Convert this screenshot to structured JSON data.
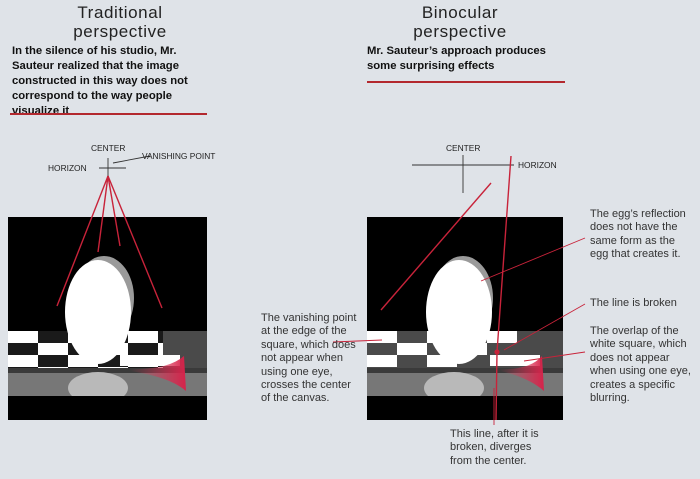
{
  "left": {
    "title_line1": "Traditional",
    "title_line2": "perspective",
    "intro": "In the silence of his studio, Mr. Sauteur realized that the image constructed in this way does not correspond to the way people visualize it",
    "center_label": "CENTER",
    "horizon_label": "HORIZON",
    "vanishing_label": "VANISHING POINT"
  },
  "right": {
    "title_line1": "Binocular",
    "title_line2": "perspective",
    "intro": "Mr. Sauteur’s approach produces some surprising effects",
    "center_label": "CENTER",
    "horizon_label": "HORIZON",
    "note_reflection": "The egg’s reflection does not have the same form as the egg that creates it.",
    "note_broken": "The line is broken",
    "note_overlap": "The overlap of the white square, which does not appear when using one eye, creates a specific blurring.",
    "note_vanishing": "The vanishing point at the edge of the square, which does not appear when using one eye, crosses the center of the canvas.",
    "note_diverges": "This line, after it is broken, diverges from the center."
  },
  "colors": {
    "background": "#dfe3e8",
    "accent": "#c8233a",
    "rule": "#b3282e",
    "canvas": "#000000"
  }
}
